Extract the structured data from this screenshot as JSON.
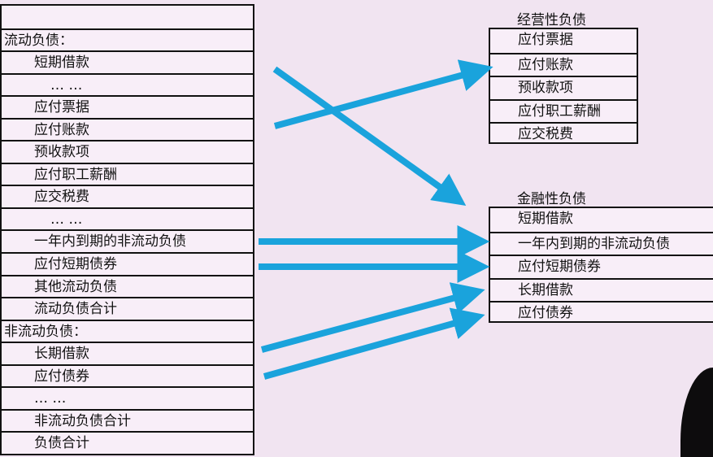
{
  "left_table": {
    "rows": [
      {
        "label": "",
        "level": 0
      },
      {
        "label": "流动负债：",
        "level": 0
      },
      {
        "label": "短期借款",
        "level": 1
      },
      {
        "label": "… …",
        "level": 2
      },
      {
        "label": "应付票据",
        "level": 1
      },
      {
        "label": "应付账款",
        "level": 1
      },
      {
        "label": "预收款项",
        "level": 1
      },
      {
        "label": "应付职工薪酬",
        "level": 1
      },
      {
        "label": "应交税费",
        "level": 1
      },
      {
        "label": "… …",
        "level": 2
      },
      {
        "label": "一年内到期的非流动负债",
        "level": 1
      },
      {
        "label": "应付短期债券",
        "level": 1
      },
      {
        "label": "其他流动负债",
        "level": 1
      },
      {
        "label": "流动负债合计",
        "level": 1
      },
      {
        "label": "非流动负债：",
        "level": 0
      },
      {
        "label": "长期借款",
        "level": 1
      },
      {
        "label": "应付债券",
        "level": 1
      },
      {
        "label": "… …",
        "level": 1
      },
      {
        "label": "非流动负债合计",
        "level": 1
      },
      {
        "label": "负债合计",
        "level": 1
      }
    ]
  },
  "operating": {
    "title": "经营性负债",
    "rows": [
      "应付票据",
      "应付账款",
      "预收款项",
      "应付职工薪酬",
      "应交税费"
    ]
  },
  "financial": {
    "title": "金融性负债",
    "rows": [
      "短期借款",
      "一年内到期的非流动负债",
      "应付短期债券",
      "长期借款",
      "应付债券"
    ]
  },
  "colors": {
    "arrow": "#1aa3dc",
    "background": "#f1e4f1",
    "border": "#111111"
  }
}
